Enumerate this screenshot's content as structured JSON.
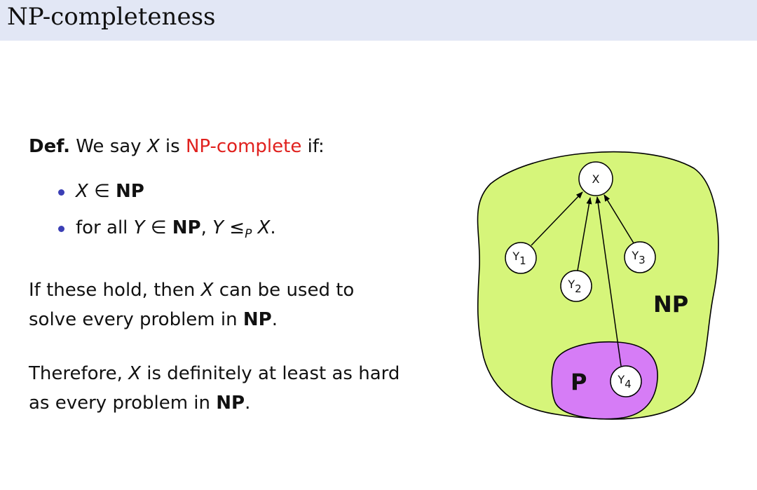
{
  "slide": {
    "title": "NP-completeness"
  },
  "definition": {
    "def_label": "Def.",
    "pre": "We say",
    "var": "X",
    "is": "is",
    "term": "NP-complete",
    "post": "if:"
  },
  "bullets": {
    "b1": {
      "var": "X",
      "rel": "∈",
      "cls": "NP"
    },
    "b2": {
      "pre": "for all",
      "var_y": "Y",
      "rel": "∈",
      "cls": "NP",
      "comma": ",",
      "var_y2": "Y",
      "leq": "≤",
      "sub": "P",
      "var_x": "X",
      "end": "."
    }
  },
  "para1": {
    "a": "If these hold, then",
    "var": "X",
    "b": "can be used to solve every problem in",
    "cls": "NP",
    "end": "."
  },
  "para2": {
    "a": "Therefore,",
    "var": "X",
    "b": "is definitely at least as hard as every problem in",
    "cls": "NP",
    "end": "."
  },
  "diagram": {
    "np_label": "NP",
    "p_label": "P",
    "node_x": "X",
    "nodes": [
      {
        "base": "Y",
        "sub": "1"
      },
      {
        "base": "Y",
        "sub": "2"
      },
      {
        "base": "Y",
        "sub": "3"
      },
      {
        "base": "Y",
        "sub": "4"
      }
    ],
    "colors": {
      "np_fill": "#d6f57a",
      "p_fill": "#d67cf6",
      "node_fill": "#ffffff",
      "stroke": "#000000"
    }
  }
}
